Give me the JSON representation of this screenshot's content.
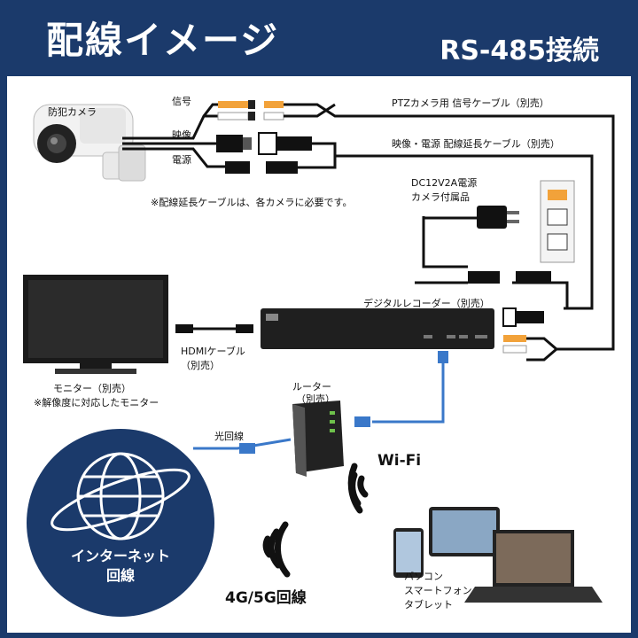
{
  "header": {
    "title": "配線イメージ",
    "subtitle": "RS-485接続"
  },
  "camera": {
    "label": "防犯カメラ"
  },
  "connectors": {
    "signal": "信号",
    "video": "映像",
    "power": "電源"
  },
  "cables": {
    "ptz": "PTZカメラ用 信号ケーブル（別売）",
    "video_power": "映像・電源 配線延長ケーブル（別売）",
    "note": "※配線延長ケーブルは、各カメラに必要です。"
  },
  "adapter": {
    "line1": "DC12V2A電源",
    "line2": "カメラ付属品"
  },
  "monitor": {
    "line1": "モニター（別売）",
    "line2": "※解像度に対応したモニター"
  },
  "hdmi": {
    "line1": "HDMIケーブル",
    "line2": "（別売）"
  },
  "recorder": {
    "label": "デジタルレコーダー（別売）"
  },
  "router": {
    "line1": "ルーター",
    "line2": "（別売）"
  },
  "fiber": {
    "label": "光回線"
  },
  "wifi": {
    "label": "Wi-Fi"
  },
  "internet": {
    "line1": "インターネット",
    "line2": "回線"
  },
  "mobile": {
    "label": "4G/5G回線"
  },
  "devices": {
    "line1": "パソコン",
    "line2": "スマートフォン",
    "line3": "タブレット"
  },
  "colors": {
    "navy": "#1b3a6b",
    "cable": "#111111",
    "lan": "#3a78c9",
    "outlet": "#f2a23a"
  }
}
